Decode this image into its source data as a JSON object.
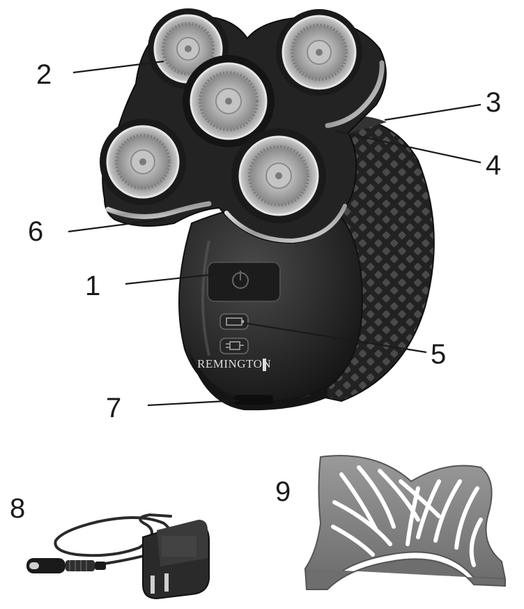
{
  "callouts": {
    "c1": "1",
    "c2": "2",
    "c3": "3",
    "c4": "4",
    "c5": "5",
    "c6": "6",
    "c7": "7",
    "c8": "8",
    "c9": "9"
  },
  "device": {
    "brand": "REMINGTON"
  },
  "colors": {
    "body": "#2c2c2c",
    "body_dark": "#1b1b1b",
    "chrome": "#b9b9b9",
    "foil": "#a7a7a7",
    "accessory": "#808080",
    "cable": "#2a2a2a"
  }
}
